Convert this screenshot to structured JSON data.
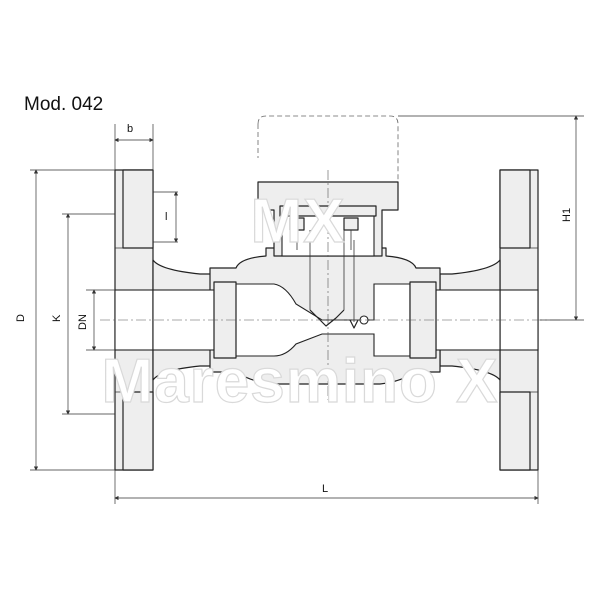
{
  "title": "Mod. 042",
  "watermark": "Maresmino X",
  "dimensions": {
    "b": "b",
    "l": "l",
    "D": "D",
    "K": "K",
    "DN": "DN",
    "H1": "H1",
    "L": "L"
  }
}
